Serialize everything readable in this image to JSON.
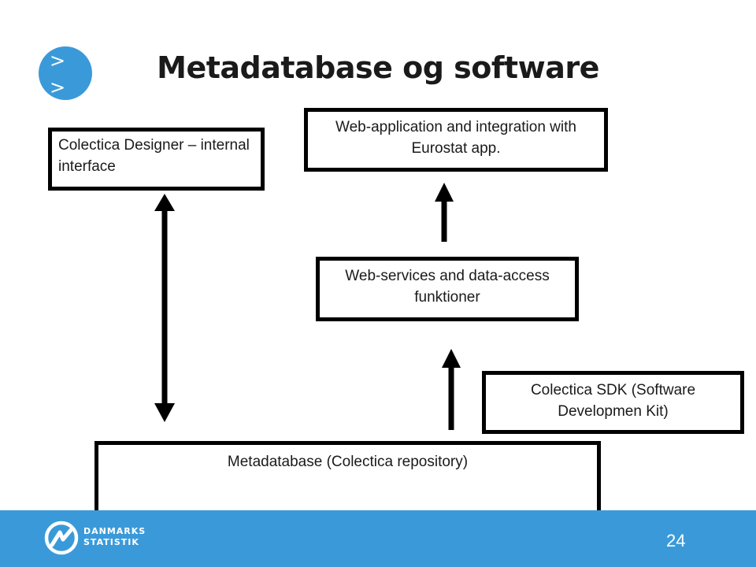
{
  "slide": {
    "title": "Metadatabase og software",
    "page_number": "24"
  },
  "header_logo": {
    "icon": "chevrons-icon",
    "glyph_top": ">",
    "glyph_bottom": ">",
    "color": "#3a9ad9"
  },
  "diagram": {
    "designer": "Colectica Designer – internal interface",
    "webapp": "Web-application and integration with Eurostat app.",
    "webservices": "Web-services and data-access funktioner",
    "sdk": "Colectica SDK (Software Developmen Kit)",
    "metadb": "Metadatabase (Colectica repository)"
  },
  "footer": {
    "org_line1": "DANMARKS",
    "org_line2": "STATISTIK",
    "logo_icon": "danmarks-statistik-logo-icon",
    "bar_color": "#3a9ad9"
  }
}
